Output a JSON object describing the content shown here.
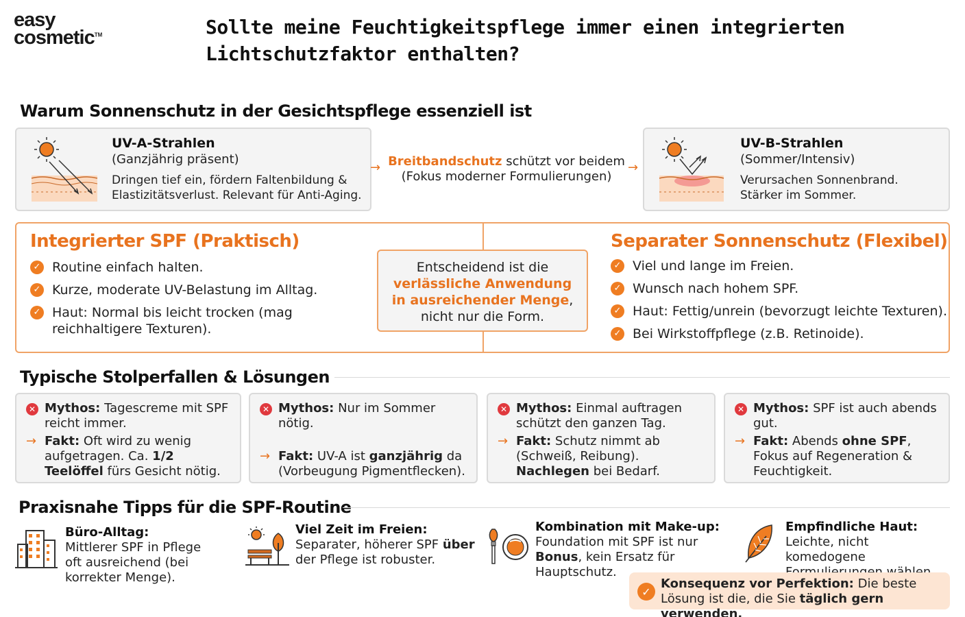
{
  "logo": {
    "line1": "easy",
    "line2": "cosmetic",
    "tm": "TM"
  },
  "title": "Sollte meine Feuchtigkeitspflege immer einen integrierten Lichtschutzfaktor enthalten?",
  "section1": {
    "title": "Warum Sonnenschutz in der Gesichtspflege essenziell ist"
  },
  "uva": {
    "title": "UV-A-Strahlen",
    "subtitle": "(Ganzjährig präsent)",
    "desc1": "Dringen tief ein, fördern Faltenbildung &",
    "desc2": "Elastizitätsverlust. Relevant für Anti-Aging."
  },
  "broadband": {
    "highlight": "Breitbandschutz",
    "rest": " schützt vor beidem",
    "line2": "(Fokus moderner Formulierungen)"
  },
  "uvb": {
    "title": "UV-B-Strahlen",
    "subtitle": "(Sommer/Intensiv)",
    "desc1": "Verursachen Sonnenbrand.",
    "desc2": "Stärker im Sommer."
  },
  "integrated": {
    "title": "Integrierter SPF (Praktisch)",
    "items": [
      "Routine einfach halten.",
      "Kurze, moderate UV-Belastung im Alltag.",
      "Haut: Normal bis leicht trocken (mag reichhaltigere Texturen)."
    ]
  },
  "center": {
    "line1": "Entscheidend ist die",
    "highlight": "verlässliche Anwendung in ausreichender Menge",
    "comma": ",",
    "line3": "nicht nur die Form."
  },
  "separate": {
    "title": "Separater Sonnenschutz (Flexibel)",
    "items": [
      "Viel und lange im Freien.",
      "Wunsch nach hohem SPF.",
      "Haut: Fettig/unrein (bevorzugt leichte Texturen).",
      "Bei Wirkstoffpflege (z.B. Retinoide)."
    ]
  },
  "section2": {
    "title": "Typische Stolperfallen & Lösungen"
  },
  "myths": [
    {
      "myth_label": "Mythos:",
      "myth_text": " Tagescreme mit SPF reicht immer.",
      "fact_label": "Fakt:",
      "fact_a": " Oft wird zu wenig aufgetragen. Ca. ",
      "fact_b": "1/2 Teelöffel",
      "fact_c": " fürs Gesicht nötig."
    },
    {
      "myth_label": "Mythos:",
      "myth_text": " Nur im Sommer nötig.",
      "fact_label": "Fakt:",
      "fact_a": " UV-A ist ",
      "fact_b": "ganzjährig",
      "fact_c": " da (Vorbeugung Pigmentflecken)."
    },
    {
      "myth_label": "Mythos:",
      "myth_text": " Einmal auftragen schützt den ganzen Tag.",
      "fact_label": "Fakt:",
      "fact_a": " Schutz nimmt ab (Schweiß, Reibung). ",
      "fact_b": "Nachlegen",
      "fact_c": " bei Bedarf."
    },
    {
      "myth_label": "Mythos:",
      "myth_text": " SPF ist auch abends gut.",
      "fact_label": "Fakt:",
      "fact_a": " Abends ",
      "fact_b": "ohne SPF",
      "fact_c": ", Fokus auf Regeneration & Feuchtigkeit."
    }
  ],
  "section3": {
    "title": "Praxisnahe Tipps für die SPF-Routine"
  },
  "tips": {
    "office": {
      "title": "Büro-Alltag:",
      "text": "Mittlerer SPF in Pflege oft ausreichend (bei korrekter Menge)."
    },
    "outdoor": {
      "title": "Viel Zeit im Freien:",
      "text_a": "Separater, höherer SPF ",
      "text_b": "über",
      "text_c": " der Pflege ist robuster."
    },
    "makeup": {
      "title": "Kombination mit Make-up:",
      "text_a": "Foundation mit SPF ist nur ",
      "text_b": "Bonus",
      "text_c": ", kein Ersatz für Hauptschutz."
    },
    "sensitive": {
      "title": "Empfindliche Haut:",
      "text": "Leichte, nicht komedogene Formulierungen wählen."
    }
  },
  "note": {
    "label": "Konsequenz vor Perfektion:",
    "text_a": " Die beste Lösung ist die, die Sie ",
    "text_b": "täglich gern verwenden."
  },
  "colors": {
    "accent": "#ef7d22",
    "accent_text": "#e8731f",
    "error": "#e0393e",
    "card_bg": "#f4f4f4",
    "note_bg": "#fde5d3"
  }
}
